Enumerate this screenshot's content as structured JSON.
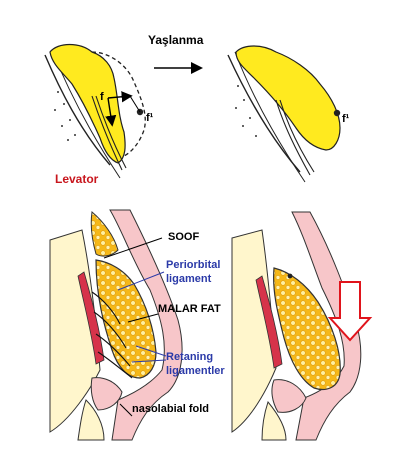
{
  "top_panel": {
    "arrow_label": "Yaşlanma",
    "levator_label": "Levator",
    "force_label_left": "f",
    "force_label_dot_left": "f¹",
    "force_label_dot_right": "f¹"
  },
  "bottom_panel": {
    "soof_label": "SOOF",
    "periorbital_label_line1": "Periorbital",
    "periorbital_label_line2": "ligament",
    "malar_fat_label": "MALAR FAT",
    "retaining_label_line1": "Retaning",
    "retaining_label_line2": "ligamentler",
    "nasolabial_label": "nasolabial fold"
  },
  "colors": {
    "fat_yellow": "#ffea1f",
    "fat_orange": "#f2b01e",
    "skin_cream": "#fbf1c8",
    "skin_pink": "#f7c6c9",
    "muscle_red": "#d6334a",
    "bone_cream": "#fff6cc",
    "label_red": "#c8161d",
    "label_blue": "#2b3aa8",
    "down_arrow_red": "#e0141c"
  }
}
